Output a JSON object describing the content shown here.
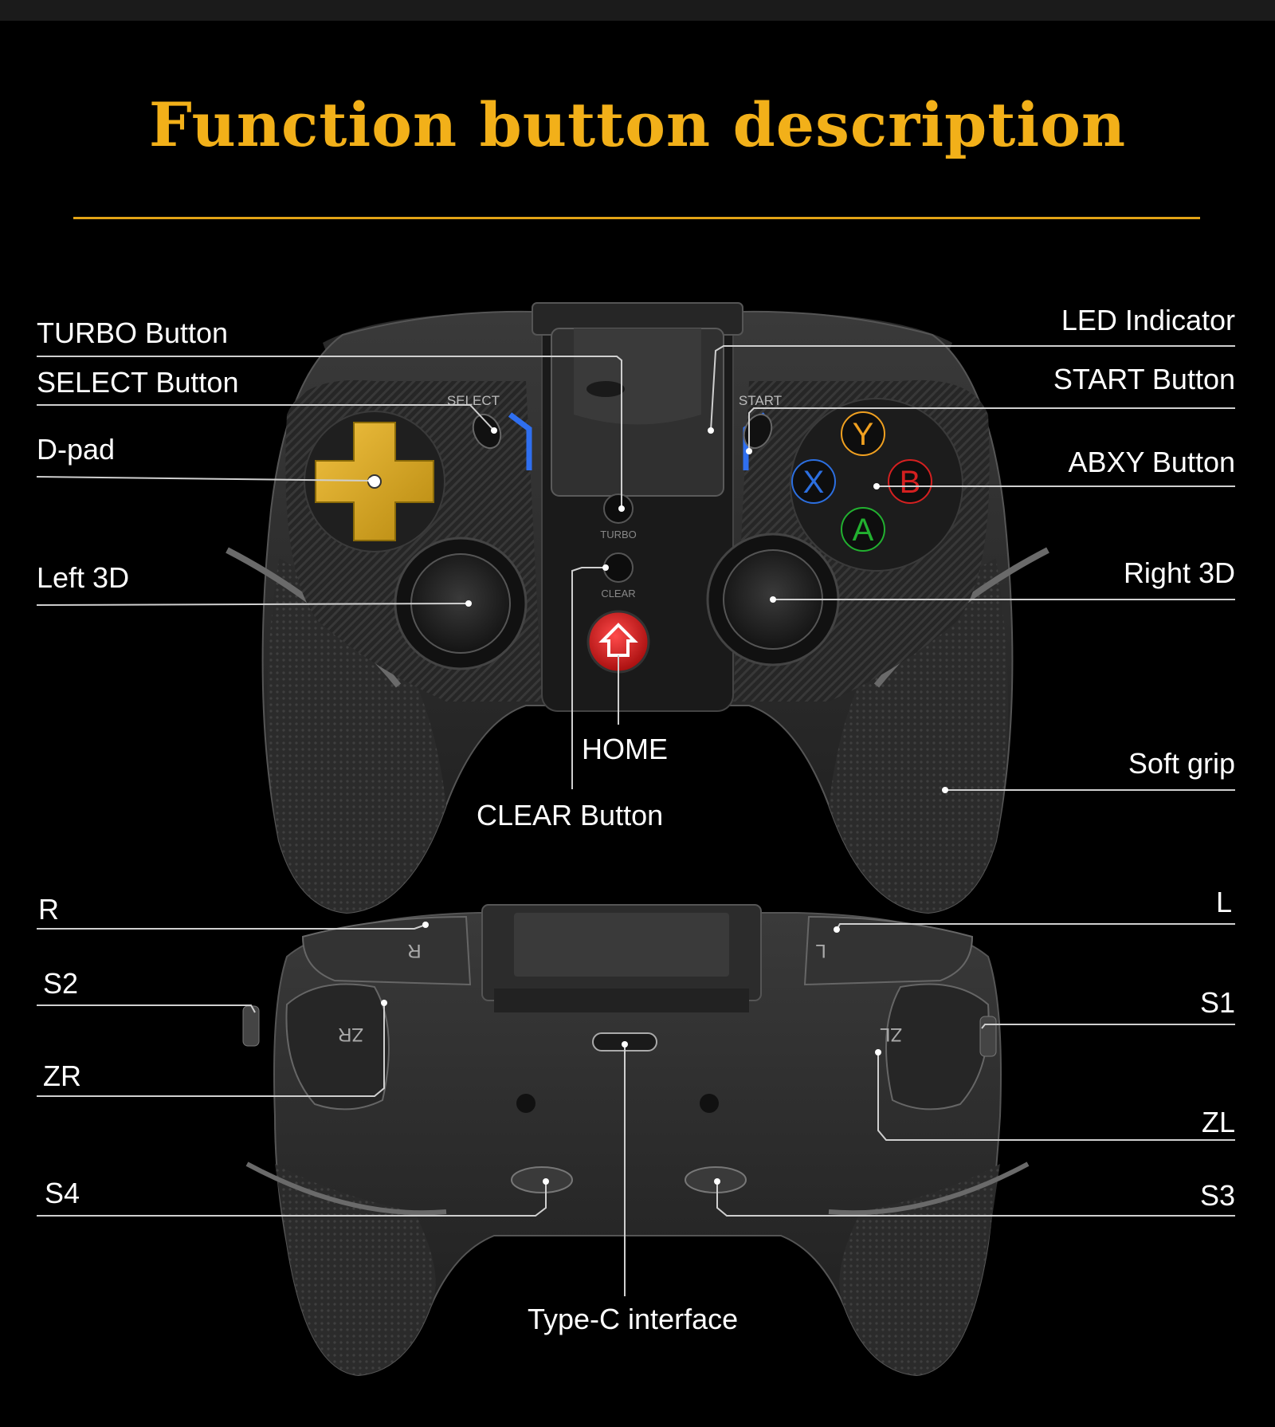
{
  "title": "Function button description",
  "labels": {
    "turbo": "TURBO Button",
    "select": "SELECT Button",
    "dpad": "D-pad",
    "left3d": "Left 3D",
    "led": "LED Indicator",
    "start": "START Button",
    "abxy": "ABXY Button",
    "right3d": "Right 3D",
    "home": "HOME",
    "clear": "CLEAR Button",
    "softgrip": "Soft grip",
    "r": "R",
    "s2": "S2",
    "zr": "ZR",
    "s4": "S4",
    "l": "L",
    "s1": "S1",
    "zl": "ZL",
    "s3": "S3",
    "typec": "Type-C interface"
  },
  "device_text": {
    "select": "SELECT",
    "start": "START",
    "turbo": "TURBO",
    "clear": "CLEAR",
    "btn_y": "Y",
    "btn_x": "X",
    "btn_b": "B",
    "btn_a": "A",
    "back_r": "R",
    "back_l": "L",
    "back_zr": "ZR",
    "back_zl": "ZL"
  },
  "colors": {
    "title": "#f2b019",
    "accent_line": "#e3a316",
    "btn_y": "#f0a020",
    "btn_x": "#2c6fe0",
    "btn_b": "#d42020",
    "btn_a": "#22b030",
    "home": "#d81e1e",
    "dpad": "#d9a61c"
  }
}
